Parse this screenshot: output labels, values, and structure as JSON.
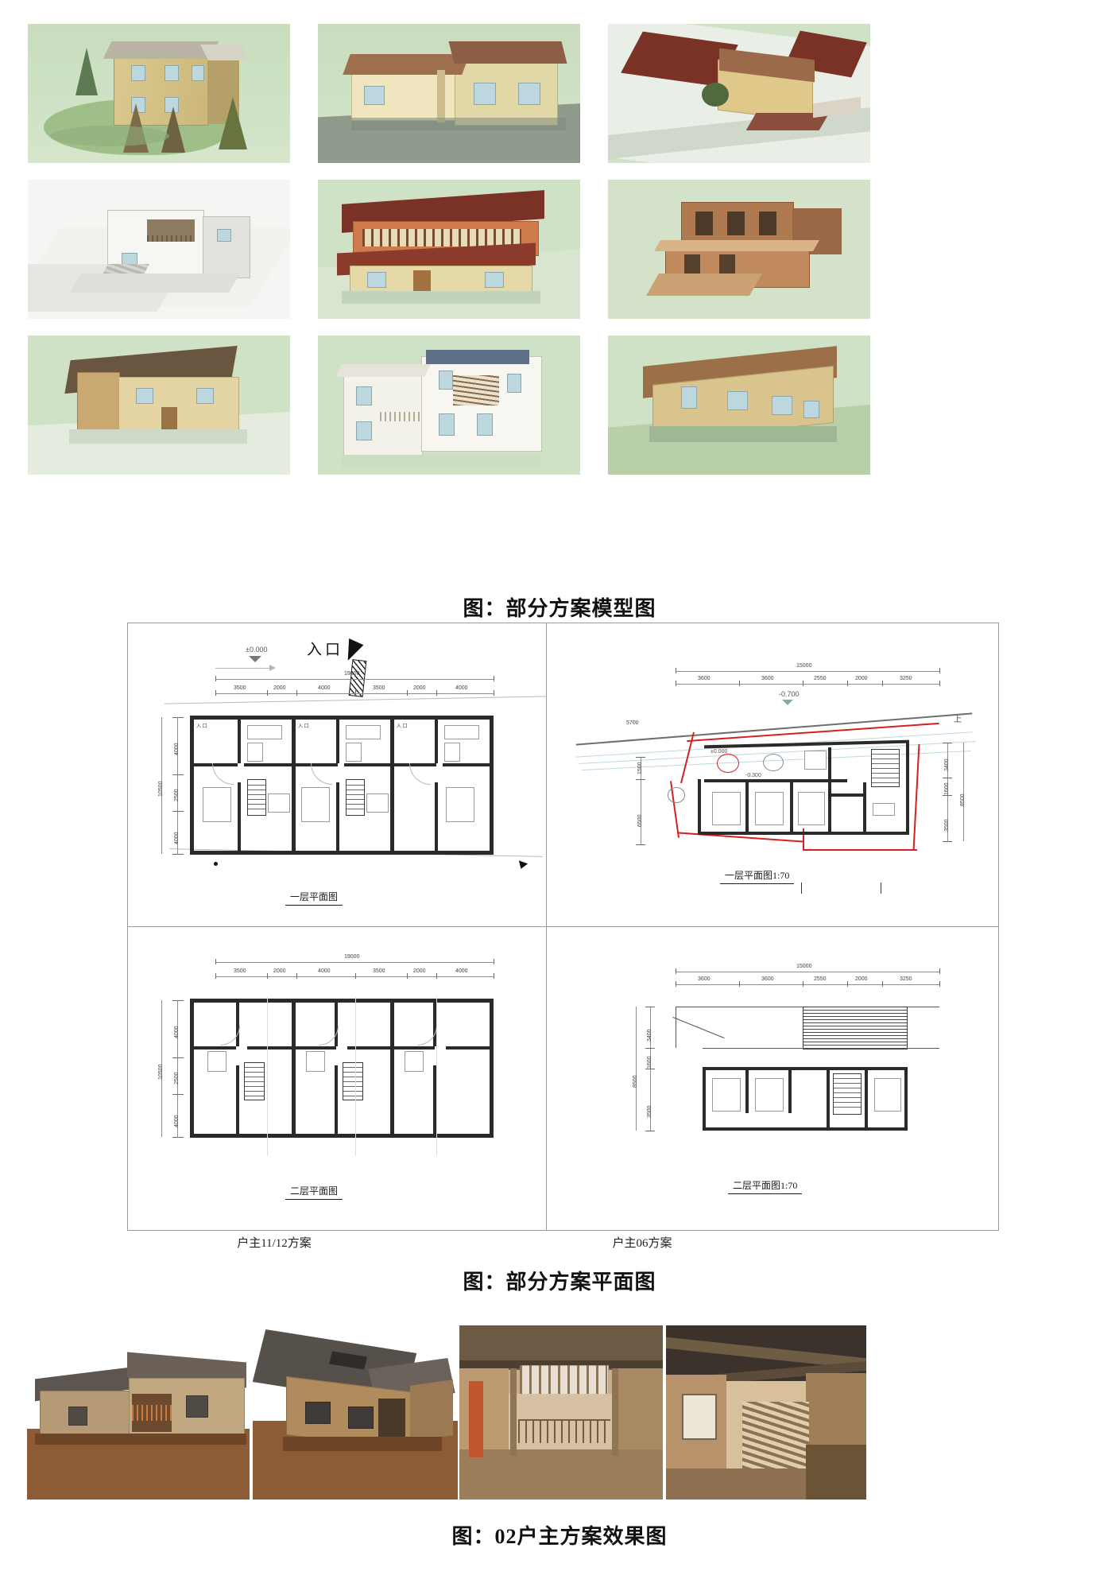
{
  "document": {
    "language": "zh-CN",
    "kind": "architectural-design-report-page"
  },
  "captions": {
    "models": "图：部分方案模型图",
    "plans": "图：部分方案平面图",
    "renders": "图：02户主方案效果图"
  },
  "model_grid": {
    "rows": 3,
    "cols": 3,
    "items": [
      {
        "id": "m1",
        "label": "model-view-1"
      },
      {
        "id": "m2",
        "label": "model-view-2"
      },
      {
        "id": "m3",
        "label": "model-view-3"
      },
      {
        "id": "m4",
        "label": "model-view-4"
      },
      {
        "id": "m5",
        "label": "model-view-5"
      },
      {
        "id": "m6",
        "label": "model-view-6"
      },
      {
        "id": "m7",
        "label": "model-view-7"
      },
      {
        "id": "m8",
        "label": "model-view-8"
      },
      {
        "id": "m9",
        "label": "model-view-9"
      }
    ]
  },
  "plan_sheet": {
    "left_scheme_label": "户主11/12方案",
    "right_scheme_label": "户主06方案",
    "left": {
      "floor1": {
        "title": "一层平面图",
        "entry_label": "入口",
        "level_mark": "±0.000",
        "total_width": "19000",
        "width_segments": [
          "3500",
          "2000",
          "4000",
          "3500",
          "2000",
          "4000"
        ],
        "total_depth": "10500",
        "depth_segments": [
          "4000",
          "2500",
          "4000"
        ]
      },
      "floor2": {
        "title": "二层平面图",
        "total_width": "19000",
        "width_segments": [
          "3500",
          "2000",
          "4000",
          "3500",
          "2000",
          "4000"
        ],
        "total_depth": "10500",
        "depth_segments": [
          "4000",
          "2500",
          "4000"
        ]
      }
    },
    "right": {
      "floor1": {
        "title": "一层平面图1:70",
        "level_mark_site": "-0.700",
        "level_mark_floor": "±0.000",
        "level_mark_yard": "-0.300",
        "site_dim": "5700",
        "up_label": "上",
        "total_width": "15000",
        "width_segments": [
          "3600",
          "3600",
          "2550",
          "2000",
          "3250"
        ],
        "right_depth_segments": [
          "3400",
          "1600",
          "3500"
        ],
        "right_depth_total": "8500",
        "left_depth_segments": [
          "1500",
          "6500"
        ]
      },
      "floor2": {
        "title": "二层平面图1:70",
        "total_width": "15000",
        "width_segments": [
          "3600",
          "3600",
          "2550",
          "2000",
          "3250"
        ],
        "depth_segments": [
          "3400",
          "1600",
          "3500"
        ],
        "depth_total": "8500"
      }
    }
  },
  "render_strip": {
    "items": [
      {
        "id": "r1",
        "label": "exterior-view-front"
      },
      {
        "id": "r2",
        "label": "exterior-view-aerial"
      },
      {
        "id": "r3",
        "label": "interior-courtyard-view"
      },
      {
        "id": "r4",
        "label": "interior-stair-view"
      }
    ]
  },
  "colors": {
    "model_sky": "#cfe2c5",
    "wall_warm": "#e8dcae",
    "roof_brown": "#8a5a3c",
    "roof_dark_red": "#7a3126",
    "red_boundary": "#d42020",
    "render_ground": "#8d5b35",
    "paper": "#ffffff"
  }
}
